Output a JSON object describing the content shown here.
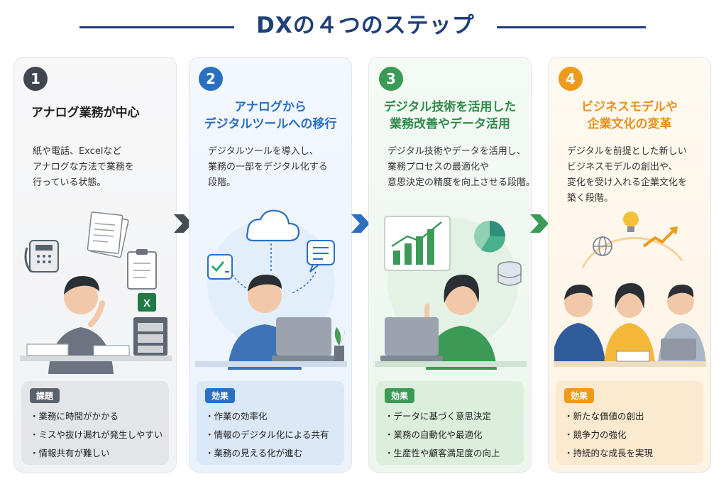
{
  "title": "DXの４つのステップ",
  "steps": [
    {
      "number": "1",
      "heading_lines": [
        "アナログ業務が中心"
      ],
      "desc_lines": [
        "紙や電話、Excelなど",
        "アナログな方法で業務を",
        "行っている状態。"
      ],
      "box_label": "課題",
      "bullets": [
        "・業務に時間がかかる",
        "・ミスや抜け漏れが発生しやすい",
        "・情報共有が難しい"
      ]
    },
    {
      "number": "2",
      "heading_lines": [
        "アナログから",
        "デジタルツールへの移行"
      ],
      "desc_lines": [
        "デジタルツールを導入し、",
        "業務の一部をデジタル化する",
        "段階。"
      ],
      "box_label": "効果",
      "bullets": [
        "・作業の効率化",
        "・情報のデジタル化による共有",
        "・業務の見える化が進む"
      ]
    },
    {
      "number": "3",
      "heading_lines": [
        "デジタル技術を活用した",
        "業務改善やデータ活用"
      ],
      "desc_lines": [
        "デジタル技術やデータを活用し、",
        "業務プロセスの最適化や",
        "意思決定の精度を向上させる段階。"
      ],
      "box_label": "効果",
      "bullets": [
        "・データに基づく意思決定",
        "・業務の自動化や最適化",
        "・生産性や顧客満足度の向上"
      ]
    },
    {
      "number": "4",
      "heading_lines": [
        "ビジネスモデルや",
        "企業文化の変革"
      ],
      "desc_lines": [
        "デジタルを前提とした新しい",
        "ビジネスモデルの創出や、",
        "変化を受け入れる企業文化を",
        "築く段階。"
      ],
      "box_label": "効果",
      "bullets": [
        "・新たな価値の創出",
        "・競争力の強化",
        "・持続的な成長を実現"
      ]
    }
  ],
  "colors": {
    "title": "#1f3f7a",
    "step1": "#3f4650",
    "step2": "#2a6fc2",
    "step3": "#3b9a55",
    "step4": "#ee9a1c"
  },
  "icons": {
    "excel": "X"
  }
}
